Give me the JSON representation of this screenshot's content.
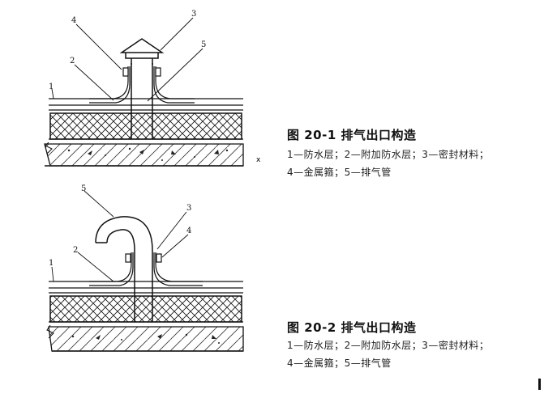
{
  "figures": [
    {
      "title": "图  20-1    排气出口构造",
      "legend_line1": "1—防水层；2—附加防水层；3—密封材料；",
      "legend_line2": "4—金属箍；5—排气管",
      "callouts": [
        "1",
        "2",
        "3",
        "4",
        "5"
      ]
    },
    {
      "title": "图  20-2    排气出口构造",
      "legend_line1": "1—防水层；2—附加防水层；3—密封材料；",
      "legend_line2": "4—金属箍；5—排气管",
      "callouts": [
        "1",
        "2",
        "3",
        "4",
        "5"
      ]
    }
  ],
  "colors": {
    "ink": "#111111",
    "paper": "#ffffff"
  }
}
